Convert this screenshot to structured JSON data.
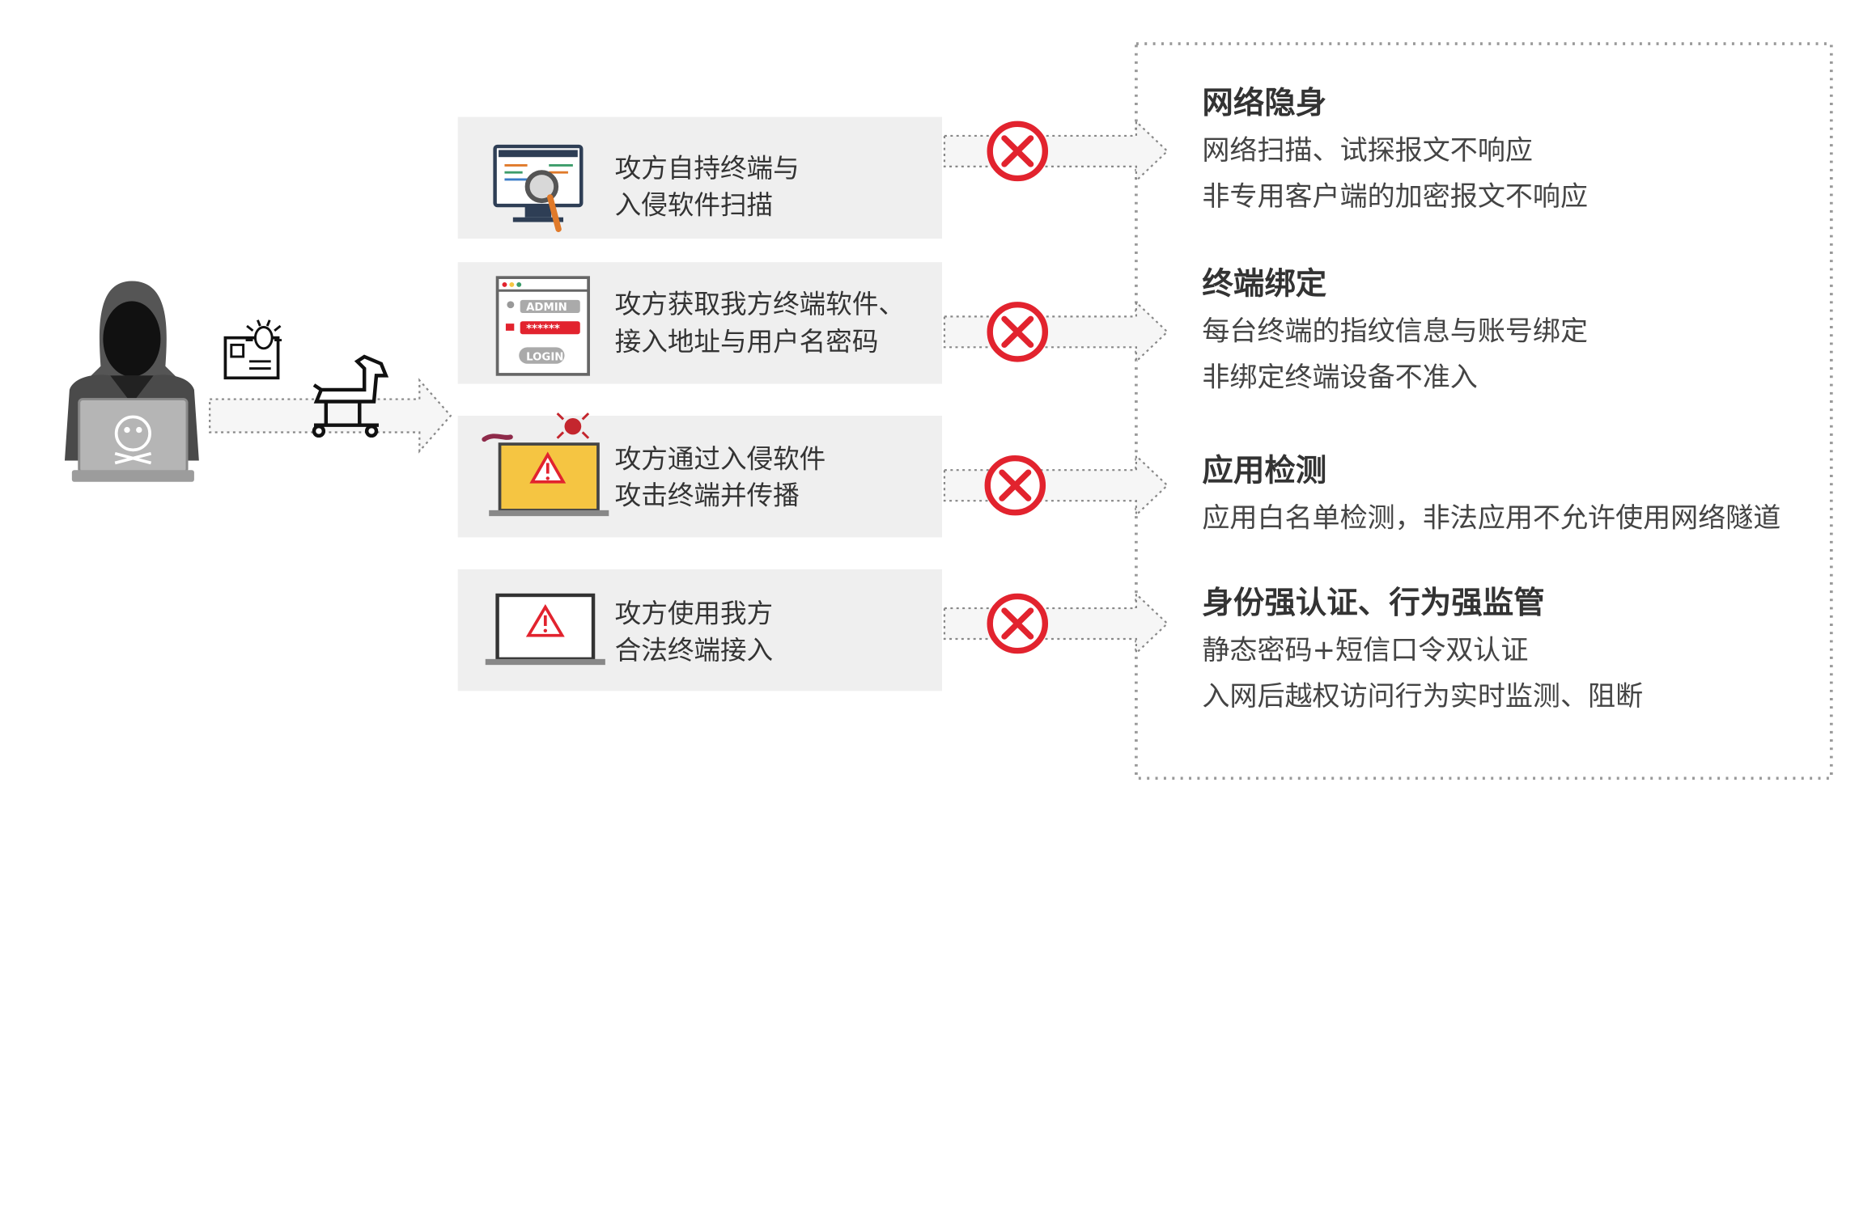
{
  "colors": {
    "panel_bg": "#efefef",
    "block_red": "#e2232e",
    "text_dark": "#333333",
    "warning_yellow": "#f5c542",
    "arrow_fill": "#f6f6f6"
  },
  "attacker": {
    "icons": [
      "hooded-hacker-icon",
      "skull-laptop-icon",
      "infected-email-icon",
      "trojan-horse-icon"
    ]
  },
  "attacks": [
    {
      "icon": "monitor-magnifier-icon",
      "lines": [
        "攻方自持终端与",
        "入侵软件扫描"
      ]
    },
    {
      "icon": "login-form-icon",
      "login_labels": [
        "ADMIN",
        "******",
        "LOGIN"
      ],
      "lines": [
        "攻方获取我方终端软件、",
        "接入地址与用户名密码"
      ]
    },
    {
      "icon": "malware-laptop-icon",
      "lines": [
        "攻方通过入侵软件",
        "攻击终端并传播"
      ]
    },
    {
      "icon": "warning-laptop-icon",
      "lines": [
        "攻方使用我方",
        "合法终端接入"
      ]
    }
  ],
  "defenses": [
    {
      "title": "网络隐身",
      "lines": [
        "网络扫描、试探报文不响应",
        "非专用客户端的加密报文不响应"
      ]
    },
    {
      "title": "终端绑定",
      "lines": [
        "每台终端的指纹信息与账号绑定",
        "非绑定终端设备不准入"
      ]
    },
    {
      "title": "应用检测",
      "lines": [
        "应用白名单检测，非法应用不允许使用网络隧道"
      ]
    },
    {
      "title": "身份强认证、行为强监管",
      "lines": [
        "静态密码+短信口令双认证",
        "入网后越权访问行为实时监测、阻断"
      ]
    }
  ]
}
